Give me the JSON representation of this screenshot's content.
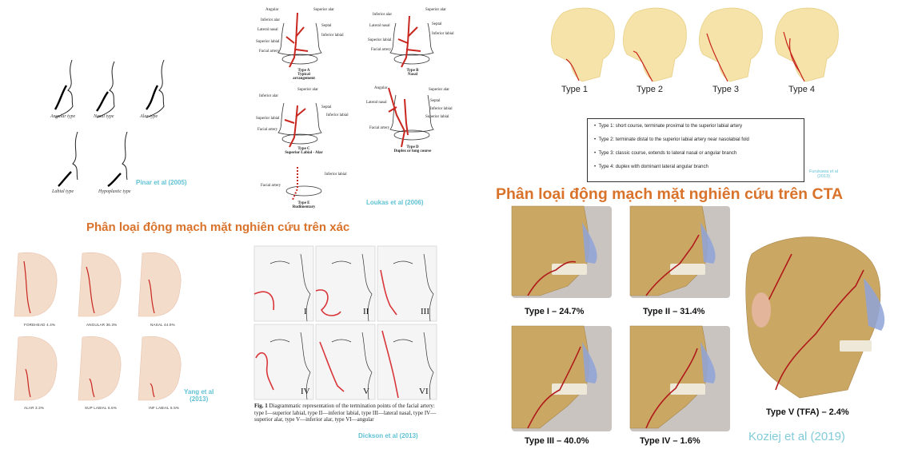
{
  "headings": {
    "cadaver": "Phân loại động mạch mặt nghiên cứu trên xác",
    "cta": "Phân loại động mạch mặt nghiên cứu trên CTA"
  },
  "pinar": {
    "citation": "Pinar et al (2005)",
    "types": [
      "Angular type",
      "Nasal type",
      "Alar type",
      "Labial type",
      "Hypoplastic type"
    ]
  },
  "loukas": {
    "citation": "Loukas et al (2006)",
    "diagrams": [
      {
        "caption": "Type A\nTypical arrangement",
        "labels": [
          "Angular",
          "Superior alar",
          "Inferior alar",
          "Septal",
          "Lateral nasal",
          "Inferior labial",
          "Superior labial",
          "Facial artery"
        ]
      },
      {
        "caption": "Type B\nNasal",
        "labels": [
          "Superior alar",
          "Inferior alar",
          "Septal",
          "Lateral nasal",
          "Inferior labial",
          "Superior labial",
          "Facial artery"
        ]
      },
      {
        "caption": "Type C\nSuperior Labial - Alar",
        "labels": [
          "Superior alar",
          "Inferior alar",
          "Septal",
          "Inferior labial",
          "Superior labial",
          "Facial artery"
        ]
      },
      {
        "caption": "Type D\nDuplex or long course",
        "labels": [
          "Angular",
          "Superior alar",
          "Lateral nasal",
          "Septal",
          "Inferior labial",
          "Superior labial",
          "Facial artery"
        ]
      },
      {
        "caption": "Type E\nRudimentary",
        "labels": [
          "Inferior labial",
          "Facial artery"
        ]
      }
    ]
  },
  "yang": {
    "citation": "Yang et al\n(2013)",
    "types": [
      {
        "label": "FOREHEAD",
        "pct": "4.4%"
      },
      {
        "label": "ANGULAR",
        "pct": "36.3%"
      },
      {
        "label": "NASAL",
        "pct": "44.0%"
      },
      {
        "label": "ALAR",
        "pct": "3.3%"
      },
      {
        "label": "SUP LABIAL",
        "pct": "6.6%"
      },
      {
        "label": "INF LABIAL",
        "pct": "5.5%"
      }
    ]
  },
  "dickson": {
    "citation": "Dickson et al (2013)",
    "numerals": [
      "I",
      "II",
      "III",
      "IV",
      "V",
      "VI"
    ],
    "fig_label": "Fig. 1",
    "caption": "Diagrammatic representation of the termination points of the facial artery: type I—superior labial, type II—inferior labial, type III—lateral nasal, type IV—superior alar, type V—inferior alar, type VI—angular"
  },
  "furukawa": {
    "citation": "Furukawa et al\n(2013)",
    "types": [
      "Type 1",
      "Type 2",
      "Type 3",
      "Type 4"
    ],
    "descriptions": [
      "Type 1: short course, terminate proximal to the superior labial artery",
      "Type 2: terminate distal to the superior labial artery near nasolabial fold",
      "Type 3: classic course, extends to lateral nasal or angular branch",
      "Type 4: duplex with dominant lateral angular branch"
    ]
  },
  "koziej": {
    "citation": "Koziej et al (2019)",
    "types": [
      "Type I – 24.7%",
      "Type II – 31.4%",
      "Type III – 40.0%",
      "Type IV – 1.6%",
      "Type V (TFA) – 2.4%"
    ]
  },
  "colors": {
    "accent_orange": "#d9722a",
    "citation_cyan": "#5fc2d4",
    "artery_red": "#c8261e"
  }
}
